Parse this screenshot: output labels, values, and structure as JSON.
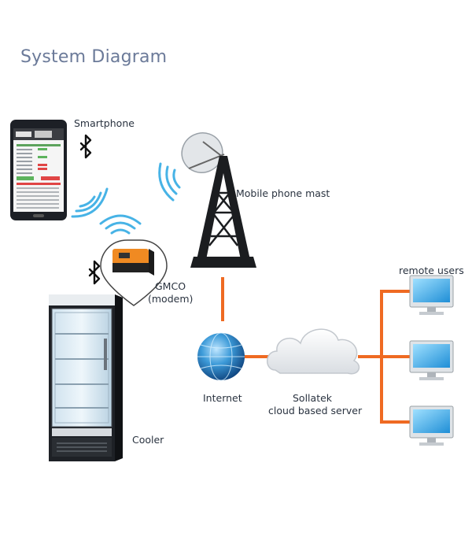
{
  "title": "System Diagram",
  "labels": {
    "smartphone": "Smartphone",
    "mast": "Mobile phone mast",
    "modem_line1": "GMCO",
    "modem_line2": "(modem)",
    "internet": "Internet",
    "server_line1": "Sollatek",
    "server_line2": "cloud based server",
    "remote_users": "remote users",
    "cooler": "Cooler"
  },
  "colors": {
    "title": "#6b7a99",
    "link_line": "#ef6a22",
    "wave": "#47b3e6",
    "text": "#2a3340"
  },
  "icons": [
    "smartphone-icon",
    "bluetooth-icon",
    "wifi-wave-icon",
    "mast-icon",
    "modem-icon",
    "globe-icon",
    "cloud-icon",
    "monitor-icon",
    "cooler-icon"
  ]
}
